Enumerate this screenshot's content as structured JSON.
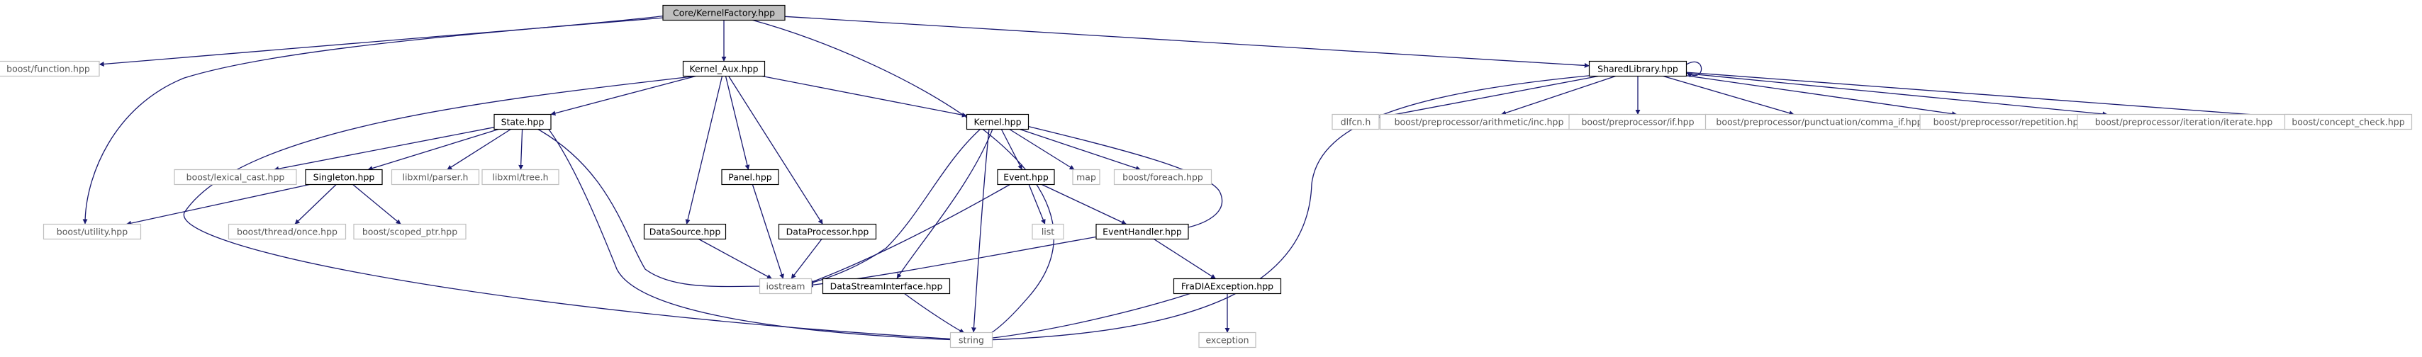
{
  "colors": {
    "edge": "#191970",
    "root_fill": "#bfbfbf",
    "root_stroke": "#000000",
    "internal_stroke": "#000000",
    "external_stroke": "#bfbfbf",
    "text": "#000000",
    "external_text": "#555555"
  },
  "nodes": [
    {
      "id": "kernelfactory",
      "label": "Core/KernelFactory.hpp",
      "kind": "root"
    },
    {
      "id": "boost_function",
      "label": "boost/function.hpp",
      "kind": "external"
    },
    {
      "id": "kernel_aux",
      "label": "Kernel_Aux.hpp",
      "kind": "internal"
    },
    {
      "id": "sharedlibrary",
      "label": "SharedLibrary.hpp",
      "kind": "internal"
    },
    {
      "id": "dlfcn",
      "label": "dlfcn.h",
      "kind": "external"
    },
    {
      "id": "pp_inc",
      "label": "boost/preprocessor/arithmetic/inc.hpp",
      "kind": "external"
    },
    {
      "id": "pp_if",
      "label": "boost/preprocessor/if.hpp",
      "kind": "external"
    },
    {
      "id": "pp_comma",
      "label": "boost/preprocessor/punctuation/comma_if.hpp",
      "kind": "external"
    },
    {
      "id": "pp_rep",
      "label": "boost/preprocessor/repetition.hpp",
      "kind": "external"
    },
    {
      "id": "pp_iter",
      "label": "boost/preprocessor/iteration/iterate.hpp",
      "kind": "external"
    },
    {
      "id": "concept",
      "label": "boost/concept_check.hpp",
      "kind": "external"
    },
    {
      "id": "state",
      "label": "State.hpp",
      "kind": "internal"
    },
    {
      "id": "kernel",
      "label": "Kernel.hpp",
      "kind": "internal"
    },
    {
      "id": "lexical",
      "label": "boost/lexical_cast.hpp",
      "kind": "external"
    },
    {
      "id": "singleton",
      "label": "Singleton.hpp",
      "kind": "internal"
    },
    {
      "id": "libxml_parser",
      "label": "libxml/parser.h",
      "kind": "external"
    },
    {
      "id": "libxml_tree",
      "label": "libxml/tree.h",
      "kind": "external"
    },
    {
      "id": "panel",
      "label": "Panel.hpp",
      "kind": "internal"
    },
    {
      "id": "event",
      "label": "Event.hpp",
      "kind": "internal"
    },
    {
      "id": "map",
      "label": "map",
      "kind": "external"
    },
    {
      "id": "foreach",
      "label": "boost/foreach.hpp",
      "kind": "external"
    },
    {
      "id": "utility",
      "label": "boost/utility.hpp",
      "kind": "external"
    },
    {
      "id": "thread_once",
      "label": "boost/thread/once.hpp",
      "kind": "external"
    },
    {
      "id": "scoped_ptr",
      "label": "boost/scoped_ptr.hpp",
      "kind": "external"
    },
    {
      "id": "list",
      "label": "list",
      "kind": "external"
    },
    {
      "id": "datasource",
      "label": "DataSource.hpp",
      "kind": "internal"
    },
    {
      "id": "dataprocessor",
      "label": "DataProcessor.hpp",
      "kind": "internal"
    },
    {
      "id": "eventhandler",
      "label": "EventHandler.hpp",
      "kind": "internal"
    },
    {
      "id": "iostream",
      "label": "iostream",
      "kind": "external"
    },
    {
      "id": "datastream",
      "label": "DataStreamInterface.hpp",
      "kind": "internal"
    },
    {
      "id": "fradia",
      "label": "FraDIAException.hpp",
      "kind": "internal"
    },
    {
      "id": "string",
      "label": "string",
      "kind": "external"
    },
    {
      "id": "exception",
      "label": "exception",
      "kind": "external"
    }
  ],
  "edges": [
    [
      "kernelfactory",
      "boost_function"
    ],
    [
      "kernelfactory",
      "kernel_aux"
    ],
    [
      "kernelfactory",
      "sharedlibrary"
    ],
    [
      "kernelfactory",
      "utility"
    ],
    [
      "kernelfactory",
      "string"
    ],
    [
      "kernel_aux",
      "state"
    ],
    [
      "kernel_aux",
      "kernel"
    ],
    [
      "kernel_aux",
      "panel"
    ],
    [
      "kernel_aux",
      "datasource"
    ],
    [
      "kernel_aux",
      "dataprocessor"
    ],
    [
      "kernel_aux",
      "string"
    ],
    [
      "sharedlibrary",
      "sharedlibrary"
    ],
    [
      "sharedlibrary",
      "dlfcn"
    ],
    [
      "sharedlibrary",
      "pp_inc"
    ],
    [
      "sharedlibrary",
      "pp_if"
    ],
    [
      "sharedlibrary",
      "pp_comma"
    ],
    [
      "sharedlibrary",
      "pp_rep"
    ],
    [
      "sharedlibrary",
      "pp_iter"
    ],
    [
      "sharedlibrary",
      "concept"
    ],
    [
      "sharedlibrary",
      "string"
    ],
    [
      "state",
      "lexical"
    ],
    [
      "state",
      "singleton"
    ],
    [
      "state",
      "libxml_parser"
    ],
    [
      "state",
      "libxml_tree"
    ],
    [
      "state",
      "iostream"
    ],
    [
      "state",
      "string"
    ],
    [
      "singleton",
      "utility"
    ],
    [
      "singleton",
      "thread_once"
    ],
    [
      "singleton",
      "scoped_ptr"
    ],
    [
      "kernel",
      "event"
    ],
    [
      "kernel",
      "map"
    ],
    [
      "kernel",
      "foreach"
    ],
    [
      "kernel",
      "eventhandler"
    ],
    [
      "kernel",
      "iostream"
    ],
    [
      "kernel",
      "datastream"
    ],
    [
      "kernel",
      "string"
    ],
    [
      "event",
      "list"
    ],
    [
      "event",
      "eventhandler"
    ],
    [
      "event",
      "iostream"
    ],
    [
      "eventhandler",
      "iostream"
    ],
    [
      "eventhandler",
      "fradia"
    ],
    [
      "panel",
      "iostream"
    ],
    [
      "datasource",
      "iostream"
    ],
    [
      "dataprocessor",
      "iostream"
    ],
    [
      "datastream",
      "string"
    ],
    [
      "fradia",
      "string"
    ],
    [
      "fradia",
      "exception"
    ]
  ]
}
